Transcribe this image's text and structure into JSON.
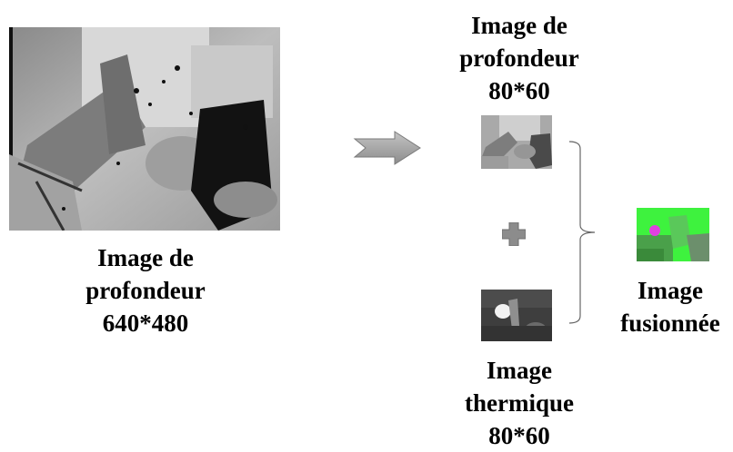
{
  "big_depth": {
    "label": [
      "Image de",
      "profondeur",
      "640*480"
    ]
  },
  "small_depth": {
    "label": [
      "Image de",
      "profondeur",
      "80*60"
    ]
  },
  "thermal": {
    "label": [
      "Image",
      "thermique",
      "80*60"
    ]
  },
  "fused": {
    "label": [
      "Image",
      "fusionnée"
    ]
  },
  "icons": {
    "arrow": "right-arrow-icon",
    "plus": "plus-icon",
    "bracket": "right-brace-icon"
  },
  "colors": {
    "arrow": "#a6a6a6",
    "plus": "#8c8c8c",
    "fused_green": "#3ef23e",
    "fused_magenta": "#e040e0"
  }
}
